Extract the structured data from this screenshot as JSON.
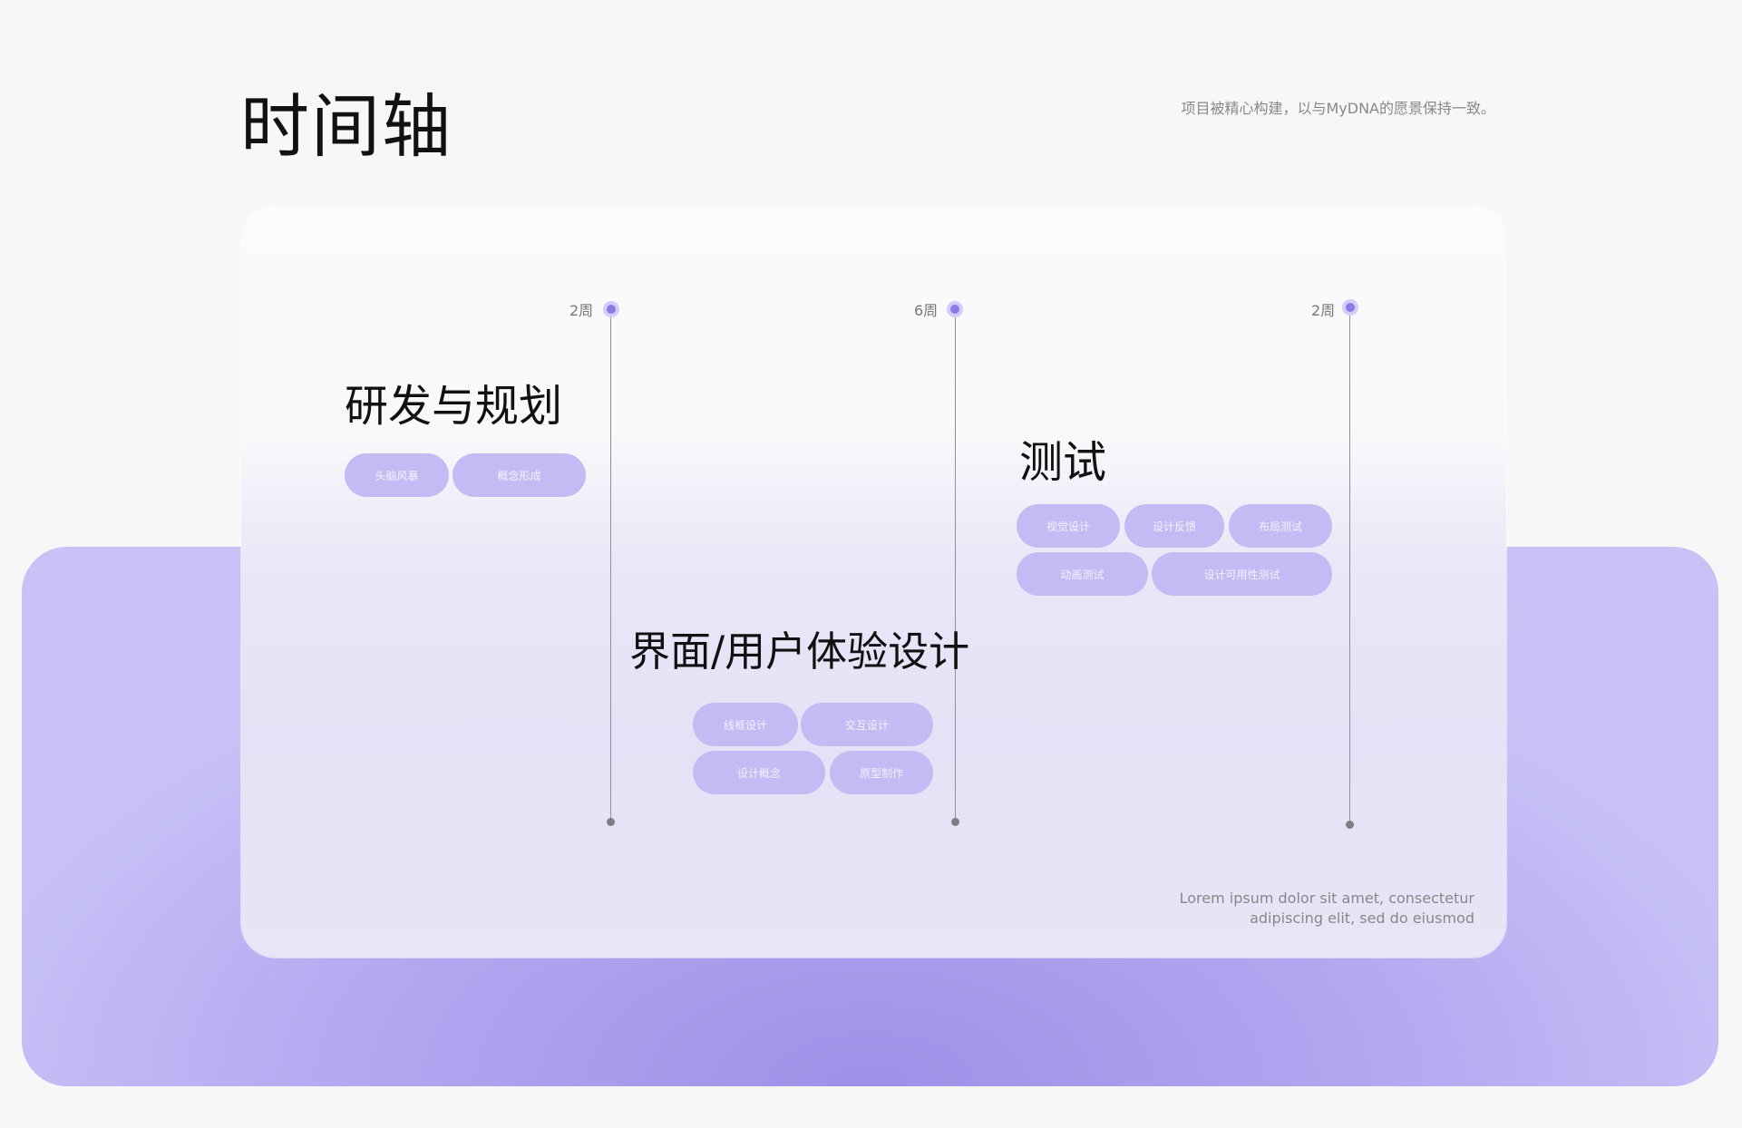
{
  "header": {
    "title": "时间轴",
    "subtitle": "项目被精心构建，以与MyDNA的愿景保持一致。"
  },
  "timeline": [
    {
      "duration": "2周",
      "phase": "研发与规划",
      "chips": [
        "头脑风暴",
        "概念形成"
      ]
    },
    {
      "duration": "6周",
      "phase": "界面/用户体验设计",
      "chips": [
        "线框设计",
        "交互设计",
        "设计概念",
        "原型制作"
      ]
    },
    {
      "duration": "2周",
      "phase": "测试",
      "chips": [
        "视觉设计",
        "设计反馈",
        "布局测试",
        "动画测试",
        "设计可用性测试"
      ]
    }
  ],
  "footer": {
    "note": "Lorem ipsum dolor sit amet, consectetur adipiscing elit, sed do eiusmod"
  },
  "colors": {
    "accent": "#8a7ce6",
    "chip": "#c4bbf4",
    "panel": "#9d90e8"
  }
}
